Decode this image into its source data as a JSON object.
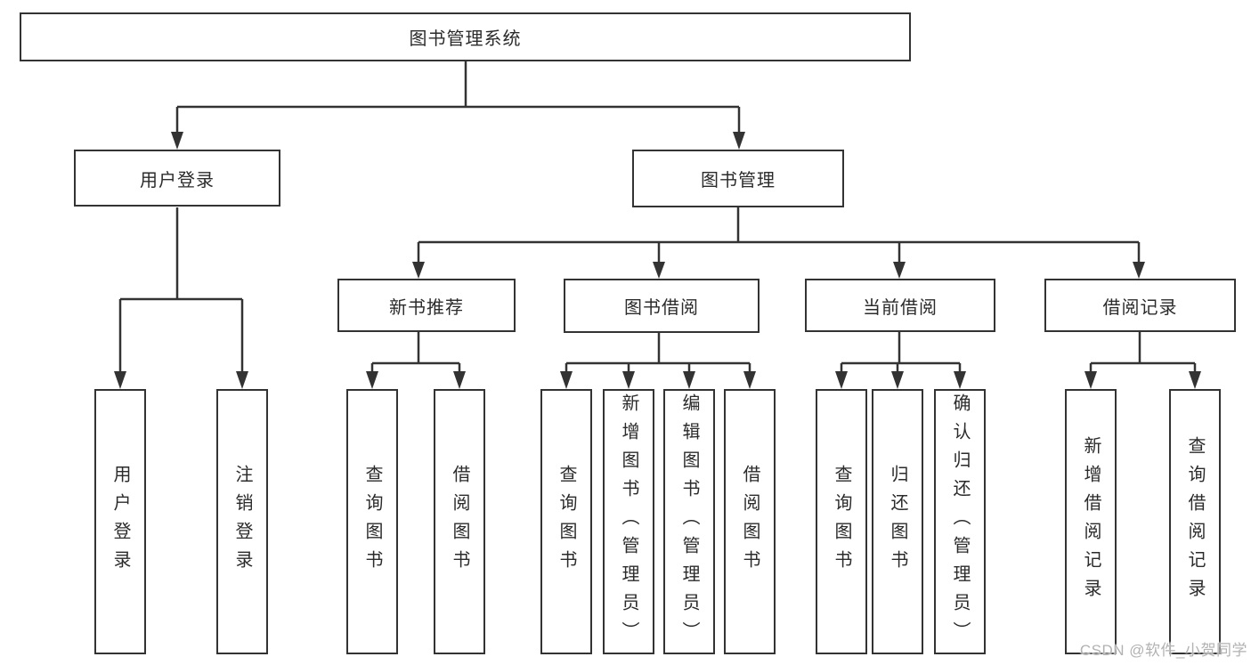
{
  "nodes": {
    "root": {
      "label": "图书管理系统"
    },
    "user_login": {
      "label": "用户登录"
    },
    "book_mgmt": {
      "label": "图书管理"
    },
    "new_book_rec": {
      "label": "新书推荐"
    },
    "book_borrow": {
      "label": "图书借阅"
    },
    "current_borrow": {
      "label": "当前借阅"
    },
    "borrow_records": {
      "label": "借阅记录"
    },
    "leaf_user_login": {
      "label": "用户登录"
    },
    "leaf_logout": {
      "label": "注销登录"
    },
    "leaf_rec_query_book": {
      "label": "查询图书"
    },
    "leaf_rec_borrow_book": {
      "label": "借阅图书"
    },
    "leaf_bb_query_book": {
      "label": "查询图书"
    },
    "leaf_bb_add_book": {
      "label": "新增图书（管理员）"
    },
    "leaf_bb_edit_book": {
      "label": "编辑图书（管理员）"
    },
    "leaf_bb_borrow_book": {
      "label": "借阅图书"
    },
    "leaf_cb_query_book": {
      "label": "查询图书"
    },
    "leaf_cb_return_book": {
      "label": "归还图书"
    },
    "leaf_cb_confirm_return": {
      "label": "确认归还（管理员）"
    },
    "leaf_br_add_record": {
      "label": "新增借阅记录"
    },
    "leaf_br_query_record": {
      "label": "查询借阅记录"
    }
  },
  "watermark": {
    "text": "CSDN @软件_小贺同学"
  },
  "colors": {
    "line": "#333333",
    "text": "#2b2b2b",
    "watermark_text": "#b2b2b2",
    "background": "#ffffff"
  }
}
